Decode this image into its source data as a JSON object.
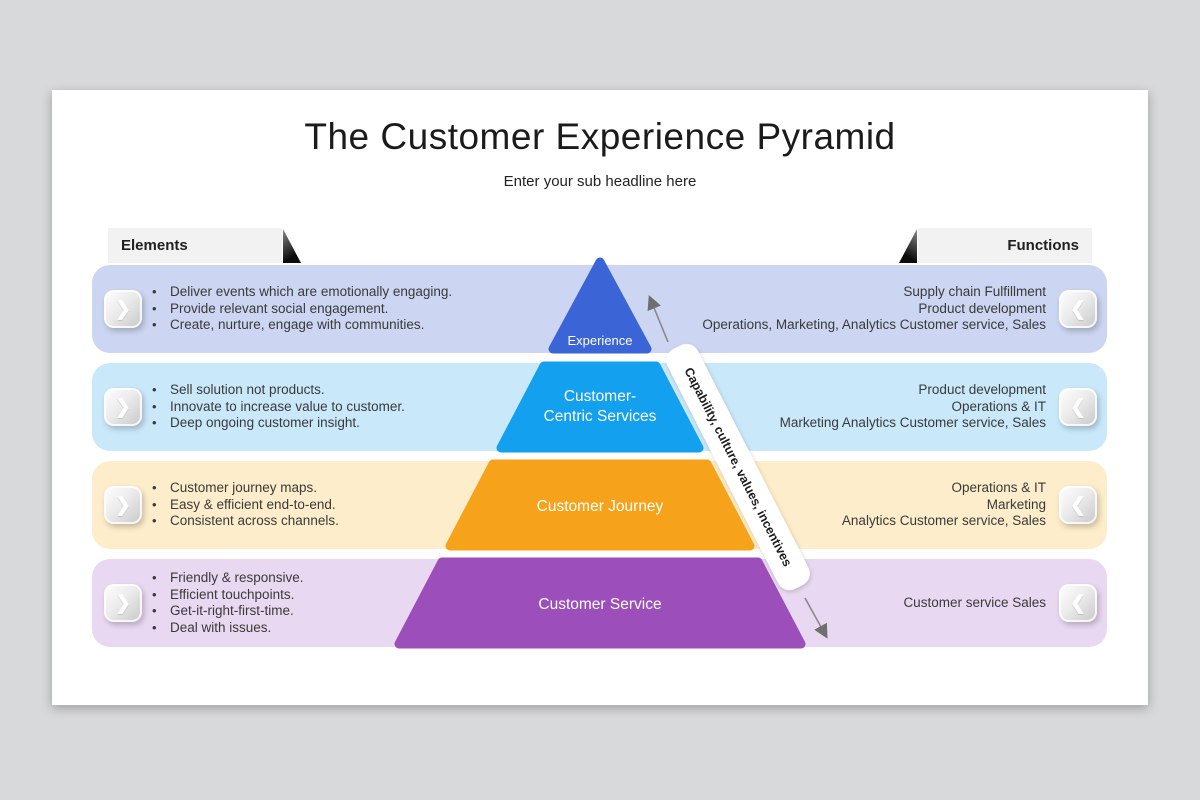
{
  "title": "The Customer Experience Pyramid",
  "subtitle": "Enter your sub headline here",
  "column_headers": {
    "left": "Elements",
    "right": "Functions"
  },
  "ribbon": {
    "label": "Capability, culture, values, incentives"
  },
  "icons": {
    "next": "❯",
    "prev": "❮"
  },
  "colors": {
    "page_background": "#d8d9db",
    "slide_background": "#ffffff",
    "header_bar": "#f2f2f2",
    "fold_dark": "#0c0c0c",
    "ribbon": "#ffffff",
    "arrow": "#777777",
    "title_text": "#1b1b1b",
    "body_text": "#3a3a3a"
  },
  "levels": [
    {
      "label": "Experience",
      "shape_color": "#3b65d7",
      "band_color": "#ccd5f1",
      "elements": [
        "Deliver events which are emotionally engaging.",
        "Provide relevant social engagement.",
        "Create, nurture, engage with communities."
      ],
      "functions": [
        "Supply chain Fulfillment",
        "Product development",
        "Operations, Marketing, Analytics Customer service, Sales"
      ]
    },
    {
      "label": "Customer-Centric Services",
      "label_lines": [
        "Customer-",
        "Centric Services"
      ],
      "shape_color": "#13a0ee",
      "band_color": "#c9e8fa",
      "elements": [
        "Sell solution not products.",
        "Innovate to increase value to customer.",
        "Deep ongoing customer insight."
      ],
      "functions": [
        "Product development",
        "Operations & IT",
        "Marketing Analytics Customer service, Sales"
      ]
    },
    {
      "label": "Customer Journey",
      "shape_color": "#f6a21a",
      "band_color": "#fdedca",
      "elements": [
        "Customer journey maps.",
        "Easy & efficient end-to-end.",
        "Consistent across channels."
      ],
      "functions": [
        "Operations & IT",
        "Marketing",
        "Analytics Customer service, Sales"
      ]
    },
    {
      "label": "Customer Service",
      "shape_color": "#9c4eba",
      "band_color": "#e9d8f1",
      "elements": [
        "Friendly & responsive.",
        "Efficient touchpoints.",
        "Get-it-right-first-time.",
        "Deal with issues."
      ],
      "functions": [
        "Customer service Sales"
      ]
    }
  ]
}
